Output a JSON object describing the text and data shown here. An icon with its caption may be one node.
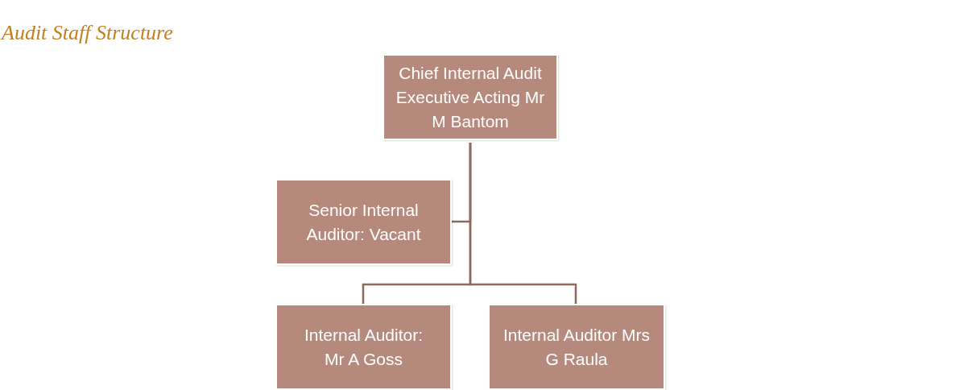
{
  "diagram": {
    "title": "Audit Staff Structure",
    "nodes": [
      {
        "text": [
          "Chief Internal Audit Executive Acting Mr M Bantom"
        ]
      },
      {
        "text": [
          "Senior Internal Auditor: Vacant"
        ]
      },
      {
        "text": [
          "Internal Auditor: Mr A Goss"
        ]
      },
      {
        "text": [
          "Internal Auditor Mrs G Raula"
        ]
      }
    ],
    "edges": [
      {
        "from": 0,
        "to": 1,
        "arrow": "none"
      },
      {
        "from": 0,
        "to": 2,
        "arrow": "none"
      },
      {
        "from": 0,
        "to": 3,
        "arrow": "none"
      }
    ]
  }
}
